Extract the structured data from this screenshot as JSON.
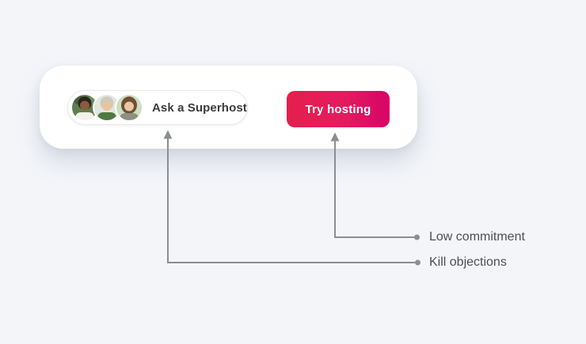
{
  "card": {
    "ask_superhost": {
      "label": "Ask a Superhost"
    },
    "try_hosting": {
      "label": "Try hosting"
    },
    "avatars": [
      {
        "name": "superhost-avatar-1"
      },
      {
        "name": "superhost-avatar-2"
      },
      {
        "name": "superhost-avatar-3"
      }
    ]
  },
  "annotations": [
    {
      "label": "Low commitment",
      "points_to": "try-hosting-button"
    },
    {
      "label": "Kill objections",
      "points_to": "ask-superhost-pill"
    }
  ],
  "colors": {
    "background": "#f3f5f9",
    "card": "#ffffff",
    "cta_gradient_start": "#E61E4D",
    "cta_gradient_end": "#D70466",
    "cta_text": "#ffffff",
    "pill_text": "#3b3b3b",
    "arrow": "#8b8e91",
    "annotation_text": "#4c4e52"
  }
}
